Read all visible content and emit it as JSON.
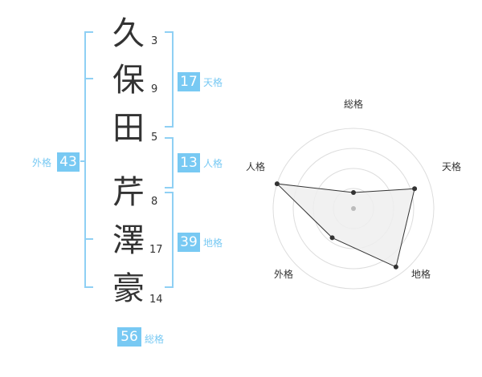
{
  "names": {
    "surname": [
      {
        "char": "久",
        "strokes": "3"
      },
      {
        "char": "保",
        "strokes": "9"
      },
      {
        "char": "田",
        "strokes": "5"
      }
    ],
    "given": [
      {
        "char": "芹",
        "strokes": "8"
      },
      {
        "char": "澤",
        "strokes": "17"
      },
      {
        "char": "豪",
        "strokes": "14"
      }
    ]
  },
  "kaku": {
    "tenkaku": {
      "value": "17",
      "label": "天格"
    },
    "jinkaku": {
      "value": "13",
      "label": "人格"
    },
    "chikaku": {
      "value": "39",
      "label": "地格"
    },
    "gaikaku": {
      "value": "43",
      "label": "外格"
    },
    "soukaku": {
      "value": "56",
      "label": "総格"
    }
  },
  "radar": {
    "axes": [
      "総格",
      "天格",
      "地格",
      "外格",
      "人格"
    ],
    "values": [
      0.2,
      0.8,
      0.9,
      0.45,
      1.0
    ],
    "rings": 4,
    "colors": {
      "ring": "#dddddd",
      "fill": "#eeeeee",
      "line": "#333333",
      "point": "#333333",
      "center": "#bbbbbb"
    }
  },
  "colors": {
    "accent": "#78c9f3",
    "bracket": "#8fd0f4"
  }
}
